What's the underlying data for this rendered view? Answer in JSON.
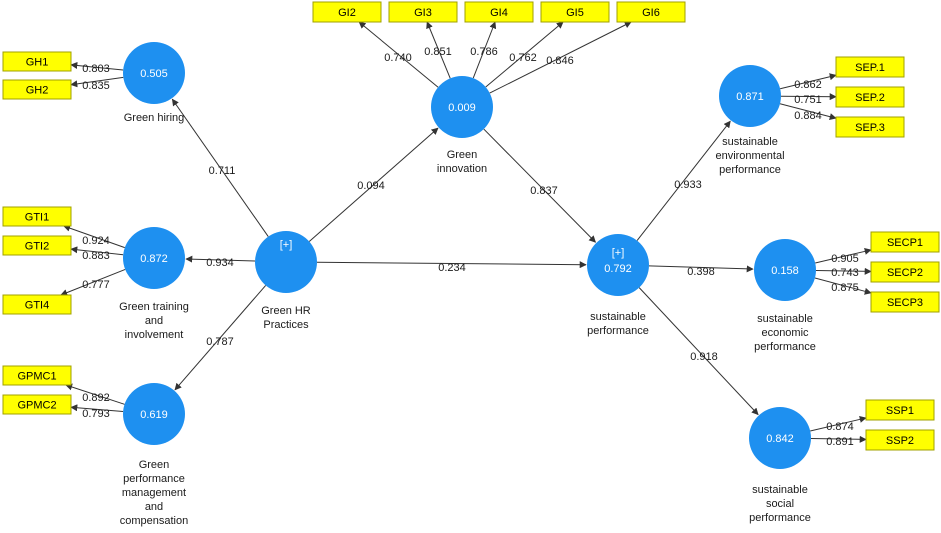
{
  "colors": {
    "construct_fill": "#1E90F0",
    "indicator_fill": "#FFFF00",
    "indicator_border": "#A0A000",
    "edge": "#333333"
  },
  "constructs": [
    {
      "id": "gh",
      "value": "0.505",
      "label": [
        "Green hiring"
      ]
    },
    {
      "id": "gti",
      "value": "0.872",
      "label": [
        "Green training",
        "and",
        "involvement"
      ]
    },
    {
      "id": "gpmc",
      "value": "0.619",
      "label": [
        "Green",
        "performance",
        "management",
        "and",
        "compensation"
      ]
    },
    {
      "id": "ghrp",
      "value": "[+]",
      "label": [
        "Green HR",
        "Practices"
      ]
    },
    {
      "id": "gi",
      "value": "0.009",
      "label": [
        "Green",
        "innovation"
      ]
    },
    {
      "id": "sp",
      "value": "0.792",
      "sub": "[+]",
      "label": [
        "sustainable",
        "performance"
      ]
    },
    {
      "id": "senv",
      "value": "0.871",
      "label": [
        "sustainable",
        "environmental",
        "performance"
      ]
    },
    {
      "id": "secon",
      "value": "0.158",
      "label": [
        "sustainable",
        "economic",
        "performance"
      ]
    },
    {
      "id": "ssoc",
      "value": "0.842",
      "label": [
        "sustainable",
        "social",
        "performance"
      ]
    }
  ],
  "indicators": [
    {
      "id": "GH1",
      "construct": "gh",
      "loading": "0.803"
    },
    {
      "id": "GH2",
      "construct": "gh",
      "loading": "0.835"
    },
    {
      "id": "GTI1",
      "construct": "gti",
      "loading": "0.924"
    },
    {
      "id": "GTI2",
      "construct": "gti",
      "loading": "0.883"
    },
    {
      "id": "GTI4",
      "construct": "gti",
      "loading": "0.777"
    },
    {
      "id": "GPMC1",
      "construct": "gpmc",
      "loading": "0.892"
    },
    {
      "id": "GPMC2",
      "construct": "gpmc",
      "loading": "0.793"
    },
    {
      "id": "GI2",
      "construct": "gi",
      "loading": "0.740"
    },
    {
      "id": "GI3",
      "construct": "gi",
      "loading": "0.851"
    },
    {
      "id": "GI4",
      "construct": "gi",
      "loading": "0.786"
    },
    {
      "id": "GI5",
      "construct": "gi",
      "loading": "0.762"
    },
    {
      "id": "GI6",
      "construct": "gi",
      "loading": "0.846"
    },
    {
      "id": "SEP.1",
      "construct": "senv",
      "loading": "0.862"
    },
    {
      "id": "SEP.2",
      "construct": "senv",
      "loading": "0.751"
    },
    {
      "id": "SEP.3",
      "construct": "senv",
      "loading": "0.884"
    },
    {
      "id": "SECP1",
      "construct": "secon",
      "loading": "0.905"
    },
    {
      "id": "SECP2",
      "construct": "secon",
      "loading": "0.743"
    },
    {
      "id": "SECP3",
      "construct": "secon",
      "loading": "0.875"
    },
    {
      "id": "SSP1",
      "construct": "ssoc",
      "loading": "0.874"
    },
    {
      "id": "SSP2",
      "construct": "ssoc",
      "loading": "0.891"
    }
  ],
  "paths": [
    {
      "from": "ghrp",
      "to": "gh",
      "coef": "0.711"
    },
    {
      "from": "ghrp",
      "to": "gti",
      "coef": "0.934"
    },
    {
      "from": "ghrp",
      "to": "gpmc",
      "coef": "0.787"
    },
    {
      "from": "ghrp",
      "to": "gi",
      "coef": "0.094"
    },
    {
      "from": "ghrp",
      "to": "sp",
      "coef": "0.234"
    },
    {
      "from": "gi",
      "to": "sp",
      "coef": "0.837"
    },
    {
      "from": "sp",
      "to": "senv",
      "coef": "0.933"
    },
    {
      "from": "sp",
      "to": "secon",
      "coef": "0.398"
    },
    {
      "from": "sp",
      "to": "ssoc",
      "coef": "0.918"
    }
  ]
}
